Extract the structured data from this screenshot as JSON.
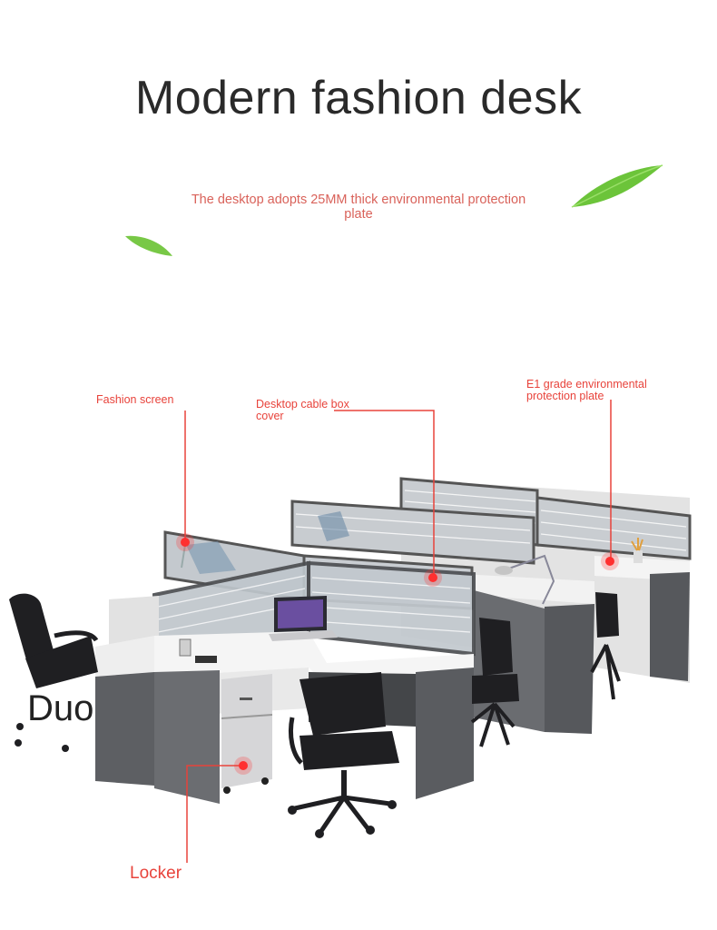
{
  "header": {
    "title": "Modern fashion desk",
    "subtitle": "The desktop adopts 25MM thick environmental protection plate"
  },
  "callouts": {
    "fashion_screen": "Fashion screen",
    "cable_box": "Desktop cable box cover",
    "e1_plate": "E1 grade environmental protection plate",
    "locker": "Locker"
  },
  "watermark": "Duo",
  "colors": {
    "accent_red": "#e8433b",
    "subtitle_red": "#d9625a",
    "desk_gray": "#5c5e62",
    "desktop_white": "#f4f4f4"
  }
}
